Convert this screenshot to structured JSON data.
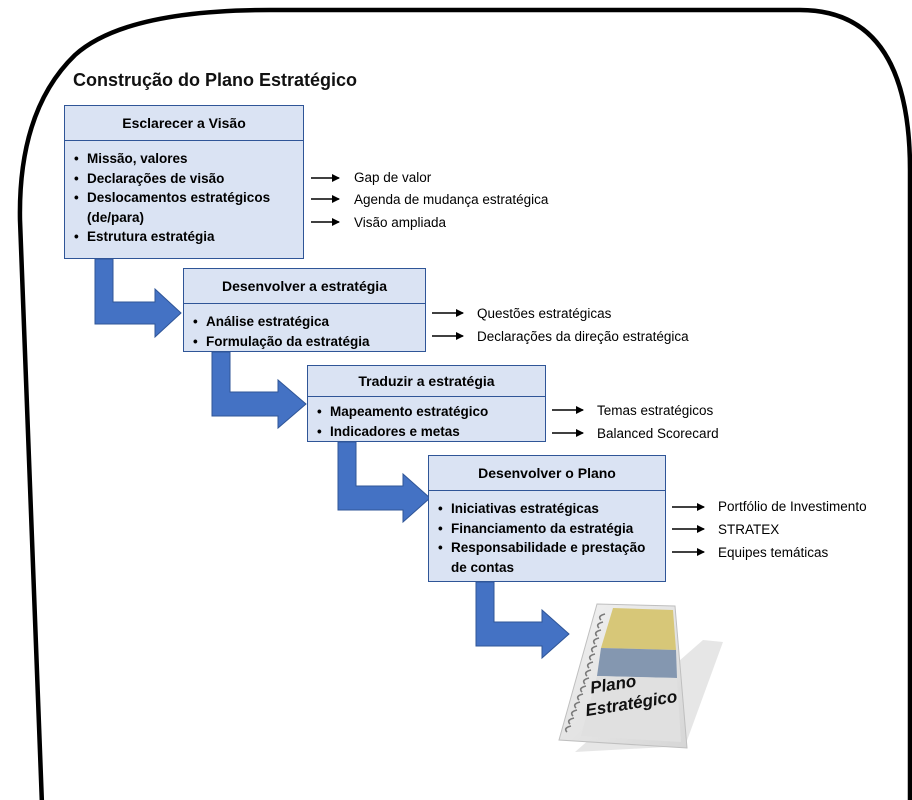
{
  "title": "Construção do Plano Estratégico",
  "steps": [
    {
      "header": "Esclarecer a Visão",
      "items": [
        "Missão, valores",
        "Declarações de visão",
        "Deslocamentos estratégicos (de/para)",
        "Estrutura estratégia"
      ],
      "outputs": [
        "Gap de valor",
        "Agenda de mudança estratégica",
        "Visão ampliada"
      ]
    },
    {
      "header": "Desenvolver a estratégia",
      "items": [
        "Análise estratégica",
        "Formulação da estratégia"
      ],
      "outputs": [
        "Questões estratégicas",
        "Declarações da direção  estratégica"
      ]
    },
    {
      "header": "Traduzir a estratégia",
      "items": [
        "Mapeamento estratégico",
        "Indicadores e metas"
      ],
      "outputs": [
        "Temas estratégicos",
        "Balanced Scorecard"
      ]
    },
    {
      "header": "Desenvolver o Plano",
      "items": [
        "Iniciativas estratégicas",
        "Financiamento da estratégia",
        "Responsabilidade e prestação de contas"
      ],
      "outputs": [
        "Portfólio de Investimento",
        "STRATEX",
        "Equipes temáticas"
      ]
    }
  ],
  "book": {
    "line1": "Plano",
    "line2": "Estratégico"
  },
  "colors": {
    "box_fill": "#dae3f3",
    "box_border": "#2f5597",
    "flow_arrow": "#4472c4",
    "book_gold": "#d7c778",
    "book_blue": "#8497b0"
  }
}
